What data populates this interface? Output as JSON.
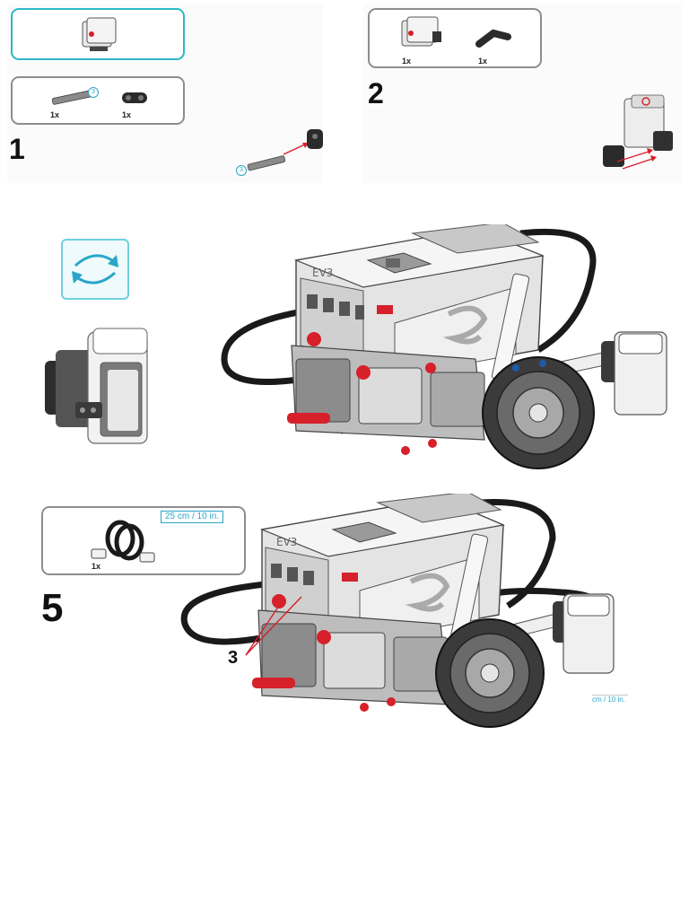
{
  "steps": {
    "step1": {
      "number": "1"
    },
    "step2": {
      "number": "2"
    },
    "step5": {
      "number": "5"
    }
  },
  "parts": {
    "step1_axle_qty": "1x",
    "step1_beam_qty": "1x",
    "step1_axle_length": "3",
    "step2_sensor_qty": "1x",
    "step2_beam_qty": "1x",
    "step5_cable_qty": "1x",
    "step5_cable_length": "25 cm / 10 in."
  },
  "assembly": {
    "step1_axle_length": "3",
    "step5_port_callout": "3",
    "mini_ref_text": "cm / 10 in."
  },
  "colors": {
    "highlight_border": "#2bb8c8",
    "box_border": "#8d8d8d",
    "accent_red": "#d6202a",
    "accent_blue": "#2aa6c8"
  }
}
